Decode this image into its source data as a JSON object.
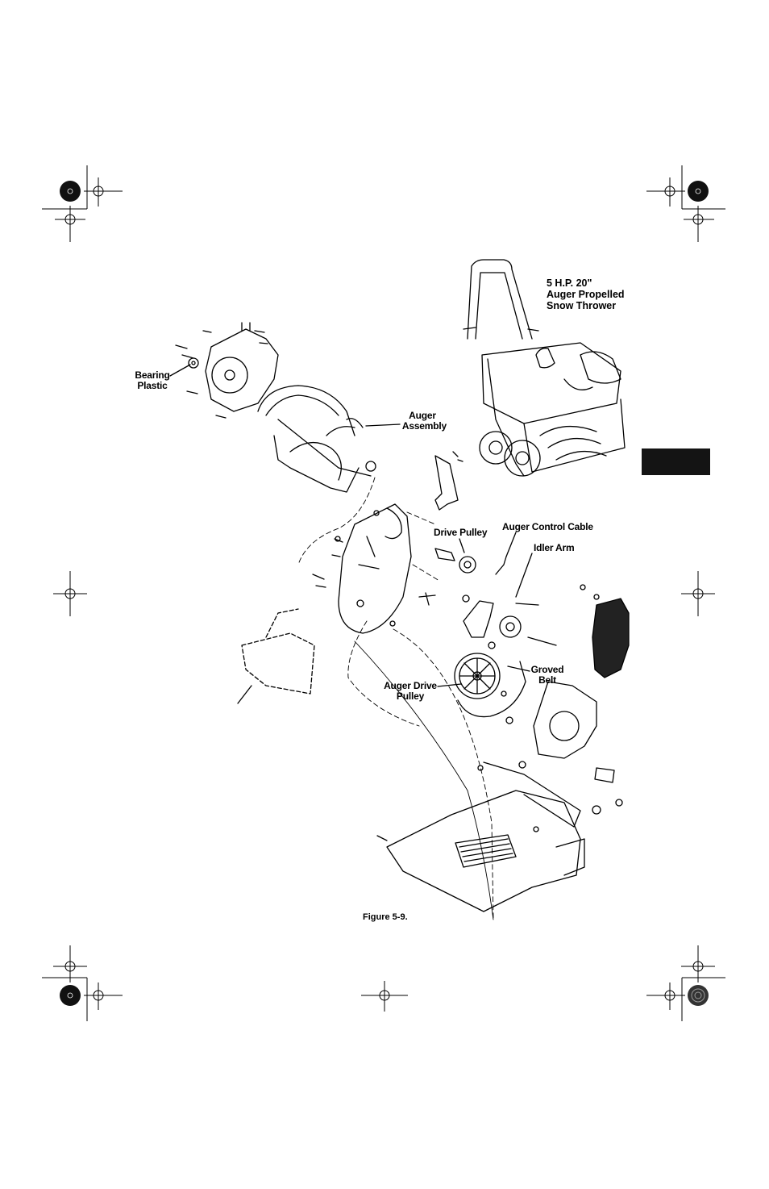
{
  "figure": {
    "caption": "Figure 5-9.",
    "title_lines": [
      "5 H.P. 20\"",
      "Auger Propelled",
      "Snow Thrower"
    ]
  },
  "callouts": {
    "bearing_plastic": [
      "Bearing",
      "Plastic"
    ],
    "auger_assembly": [
      "Auger",
      "Assembly"
    ],
    "drive_pulley": "Drive Pulley",
    "auger_control_cable": "Auger Control Cable",
    "idler_arm": "Idler Arm",
    "auger_drive_pulley": [
      "Auger Drive",
      "Pulley"
    ],
    "groved_belt": [
      "Groved",
      "Belt"
    ]
  },
  "colors": {
    "ink": "#000000",
    "tab": "#141414",
    "paper": "#ffffff"
  }
}
